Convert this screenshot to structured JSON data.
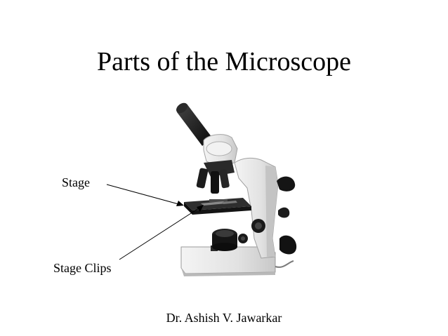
{
  "slide": {
    "title": "Parts of the Microscope",
    "author": "Dr. Ashish V. Jawarkar"
  },
  "callouts": [
    {
      "label": "Stage"
    },
    {
      "label": "Stage Clips"
    }
  ],
  "illustration": {
    "subject": "microscope-image"
  },
  "colors": {
    "background": "#ffffff",
    "text": "#000000",
    "body": "#e6e6e6",
    "dark_parts": "#1a1a1a"
  }
}
